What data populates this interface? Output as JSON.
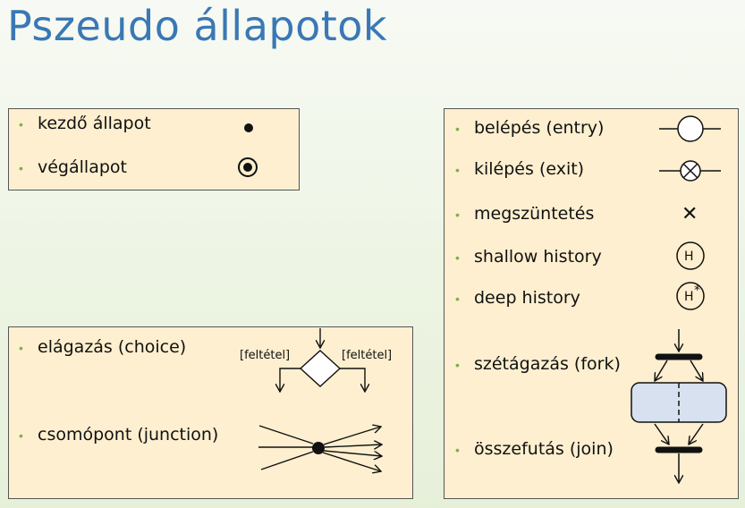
{
  "title": "Pszeudo állapotok",
  "box1": {
    "items": [
      {
        "label": "kezdő állapot"
      },
      {
        "label": "végállapot"
      }
    ]
  },
  "box2": {
    "items": [
      {
        "label": "elágazás (choice)"
      },
      {
        "label": "csomópont (junction)"
      }
    ],
    "guard_left": "[feltétel]",
    "guard_right": "[feltétel]"
  },
  "box3": {
    "items": [
      {
        "label": "belépés (entry)"
      },
      {
        "label": "kilépés (exit)"
      },
      {
        "label": "megszüntetés"
      },
      {
        "label": "shallow history"
      },
      {
        "label": "deep history"
      },
      {
        "label": "szétágazás (fork)"
      },
      {
        "label": "összefutás (join)"
      }
    ],
    "shallow_symbol": "H",
    "deep_symbol": "H",
    "deep_star": "*",
    "terminate_symbol": "✕"
  },
  "colors": {
    "title": "#3a78b5",
    "box_fill": "#fdefcf",
    "bullet": "#7fb04a",
    "state_fill": "#d7e1f0"
  }
}
